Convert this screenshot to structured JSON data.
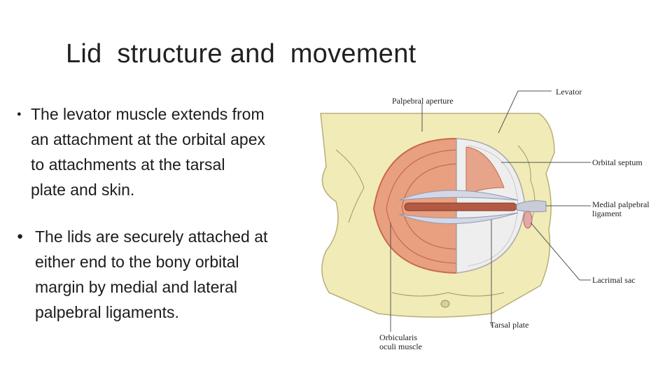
{
  "slide": {
    "title": "Lid  structure and  movement",
    "bullets": [
      {
        "bullet_glyph": "●",
        "lines": [
          "The levator muscle extends from",
          "an attachment at the orbital apex",
          "to attachments at the tarsal",
          "plate and skin."
        ]
      },
      {
        "bullet_glyph": "●",
        "lines": [
          "The lids are securely attached at",
          "either end to the bony orbital",
          "margin by medial and lateral",
          "palpebral  ligaments."
        ]
      }
    ]
  },
  "figure": {
    "labels": {
      "palpebral_aperture": "Palpebral aperture",
      "levator": "Levator",
      "orbital_septum": "Orbital septum",
      "medial_palpebral_ligament": "Medial palpebral\nligament",
      "lacrimal_sac": "Lacrimal sac",
      "tarsal_plate": "Tarsal plate",
      "orbicularis_oculi_muscle": "Orbicularis\noculi muscle"
    },
    "colors": {
      "bone": "#f1ebb8",
      "muscle": "#e8a080",
      "muscle_dark": "#c86a4a",
      "septum": "#eeeeee",
      "tendon": "#c8ccd8",
      "leader": "#555555"
    }
  }
}
